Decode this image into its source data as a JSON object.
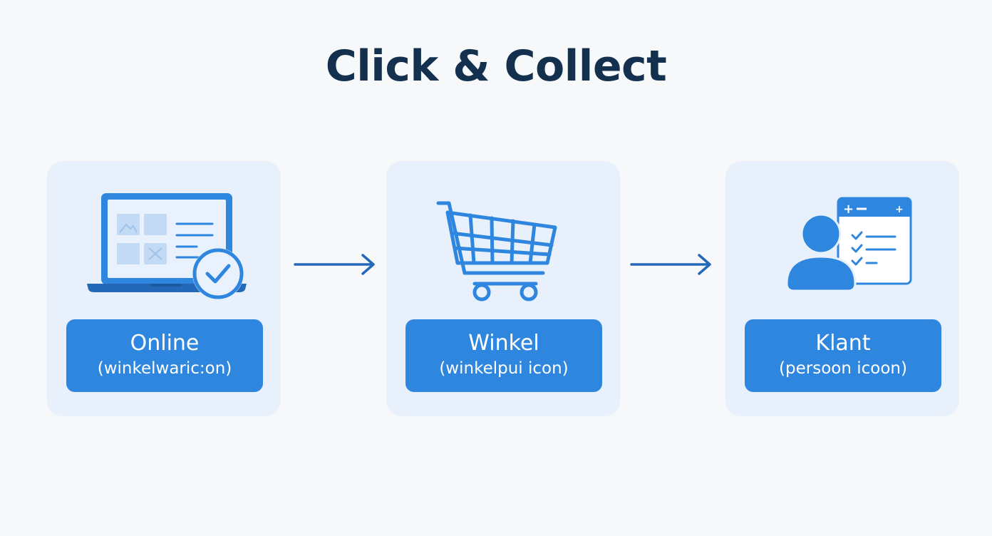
{
  "title": "Click & Collect",
  "colors": {
    "background": "#f7f8fa",
    "card": "#e7f0fb",
    "accent": "#2f86de",
    "title": "#14304f"
  },
  "steps": [
    {
      "label": "Online",
      "sublabel": "(winkelwaric:on)",
      "icon": "laptop-check-icon"
    },
    {
      "label": "Winkel",
      "sublabel": "(winkelpui icon)",
      "icon": "shopping-cart-icon"
    },
    {
      "label": "Klant",
      "sublabel": "(persoon icoon)",
      "icon": "person-checklist-icon"
    }
  ]
}
